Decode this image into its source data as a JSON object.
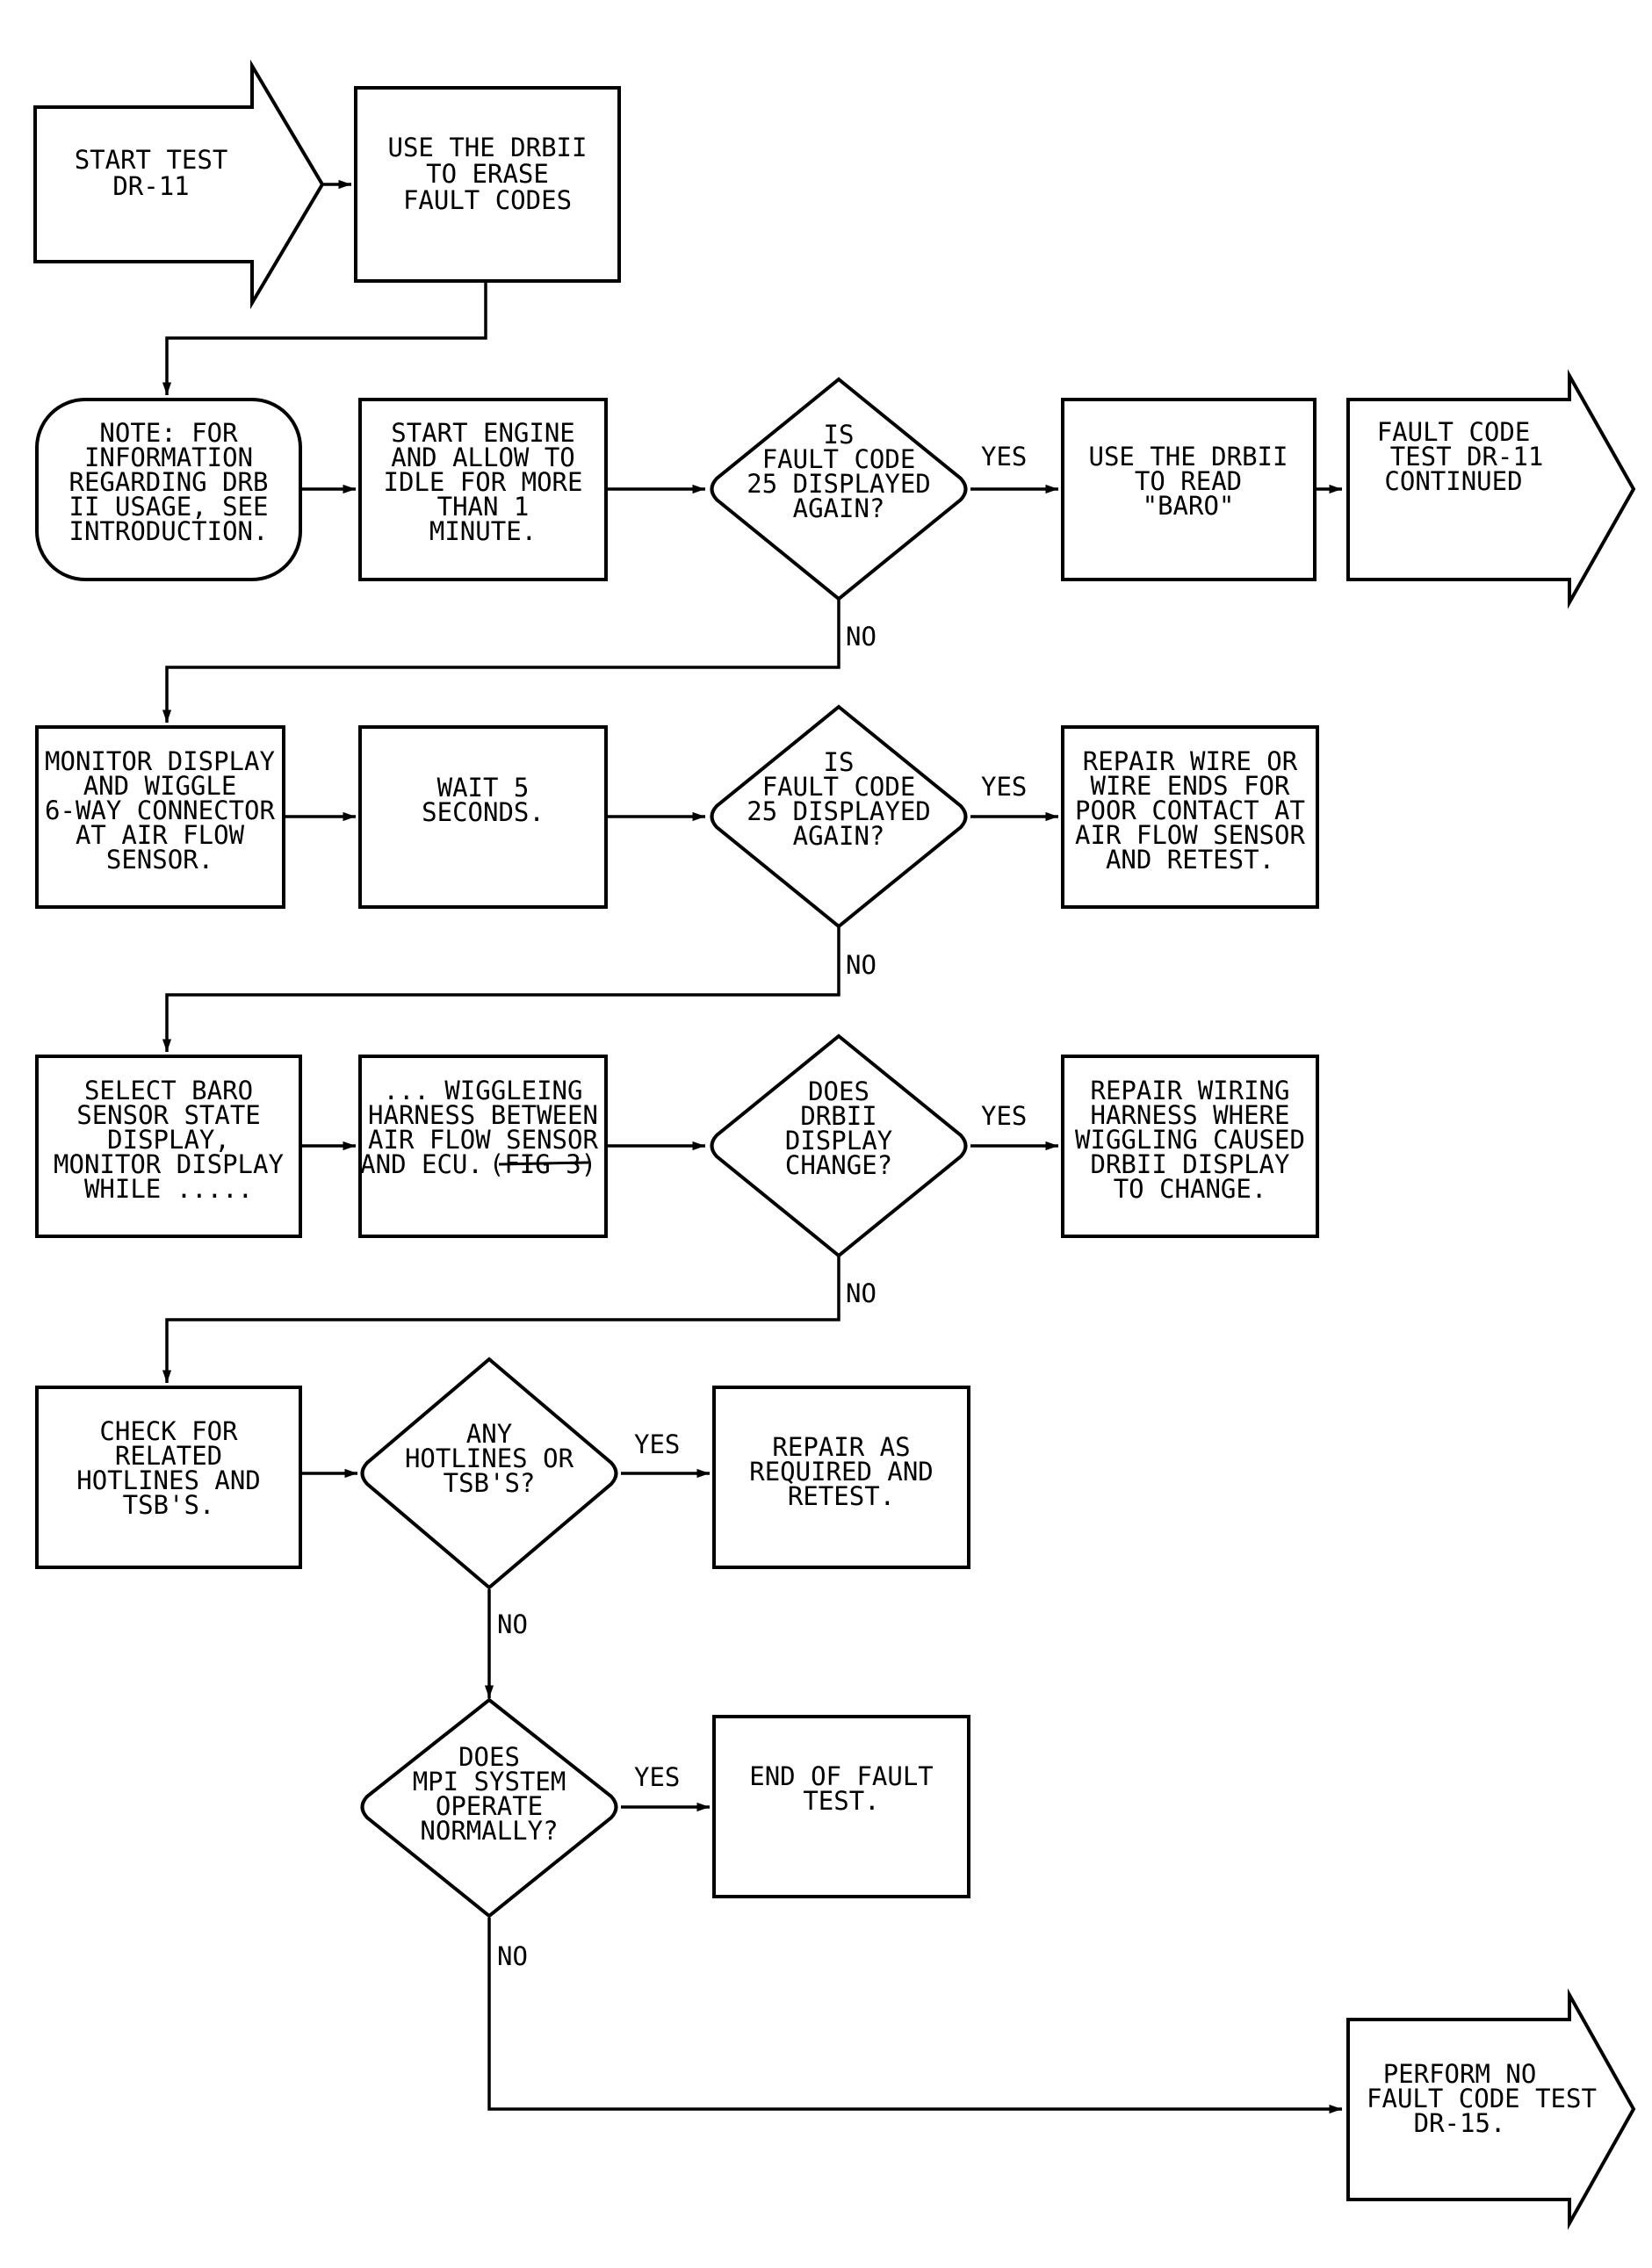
{
  "flowchart": {
    "colors": {
      "ink": "#000000",
      "paper": "#ffffff"
    },
    "nodes": {
      "start": {
        "kind": "arrow",
        "lines": [
          "START TEST",
          "DR-11"
        ]
      },
      "erase": {
        "kind": "process",
        "lines": [
          "USE THE DRBII",
          "TO ERASE",
          "FAULT CODES"
        ]
      },
      "note": {
        "kind": "note",
        "lines": [
          "NOTE: FOR",
          "INFORMATION",
          "REGARDING DRB",
          "II USAGE, SEE",
          "INTRODUCTION."
        ]
      },
      "start_engine": {
        "kind": "process",
        "lines": [
          "START ENGINE",
          "AND ALLOW TO",
          "IDLE FOR MORE",
          "THAN 1",
          "MINUTE."
        ]
      },
      "q1": {
        "kind": "decision",
        "lines": [
          "IS",
          "FAULT CODE",
          "25 DISPLAYED",
          "AGAIN?"
        ]
      },
      "read_baro": {
        "kind": "process",
        "lines": [
          "USE THE DRBII",
          "TO READ",
          "\"BARO\""
        ]
      },
      "continued": {
        "kind": "arrow",
        "lines": [
          "FAULT CODE",
          "TEST DR-11",
          "CONTINUED"
        ]
      },
      "monitor": {
        "kind": "process",
        "lines": [
          "MONITOR DISPLAY",
          "AND WIGGLE",
          "6-WAY CONNECTOR",
          "AT AIR FLOW",
          "SENSOR."
        ]
      },
      "wait": {
        "kind": "process",
        "lines": [
          "WAIT 5",
          "SECONDS."
        ]
      },
      "q2": {
        "kind": "decision",
        "lines": [
          "IS",
          "FAULT CODE",
          "25 DISPLAYED",
          "AGAIN?"
        ]
      },
      "repair_wire": {
        "kind": "process",
        "lines": [
          "REPAIR WIRE OR",
          "WIRE ENDS FOR",
          "POOR CONTACT AT",
          "AIR FLOW SENSOR",
          "AND RETEST."
        ]
      },
      "select_baro": {
        "kind": "process",
        "lines": [
          "SELECT BARO",
          "SENSOR STATE",
          "DISPLAY,",
          "MONITOR DISPLAY",
          "WHILE ....."
        ]
      },
      "wiggleing": {
        "kind": "process",
        "lines": [
          "... WIGGLEING",
          "HARNESS BETWEEN",
          "AIR FLOW SENSOR",
          "AND ECU."
        ],
        "struck": "(FIG 3)"
      },
      "q3": {
        "kind": "decision",
        "lines": [
          "DOES",
          "DRBII",
          "DISPLAY",
          "CHANGE?"
        ]
      },
      "repair_harness": {
        "kind": "process",
        "lines": [
          "REPAIR WIRING",
          "HARNESS WHERE",
          "WIGGLING CAUSED",
          "DRBII DISPLAY",
          "TO CHANGE."
        ]
      },
      "hotlines": {
        "kind": "process",
        "lines": [
          "CHECK FOR",
          "RELATED",
          "HOTLINES AND",
          "TSB'S."
        ]
      },
      "q4": {
        "kind": "decision",
        "lines": [
          "ANY",
          "HOTLINES OR",
          "TSB'S?"
        ]
      },
      "repair_req": {
        "kind": "process",
        "lines": [
          "REPAIR AS",
          "REQUIRED AND",
          "RETEST."
        ]
      },
      "q5": {
        "kind": "decision",
        "lines": [
          "DOES",
          "MPI SYSTEM",
          "OPERATE",
          "NORMALLY?"
        ]
      },
      "end": {
        "kind": "process",
        "lines": [
          "END OF FAULT",
          "TEST."
        ]
      },
      "perform": {
        "kind": "arrow",
        "lines": [
          "PERFORM NO",
          "FAULT CODE TEST",
          "DR-15."
        ]
      }
    },
    "edges": {
      "yes": "YES",
      "no": "NO"
    }
  }
}
